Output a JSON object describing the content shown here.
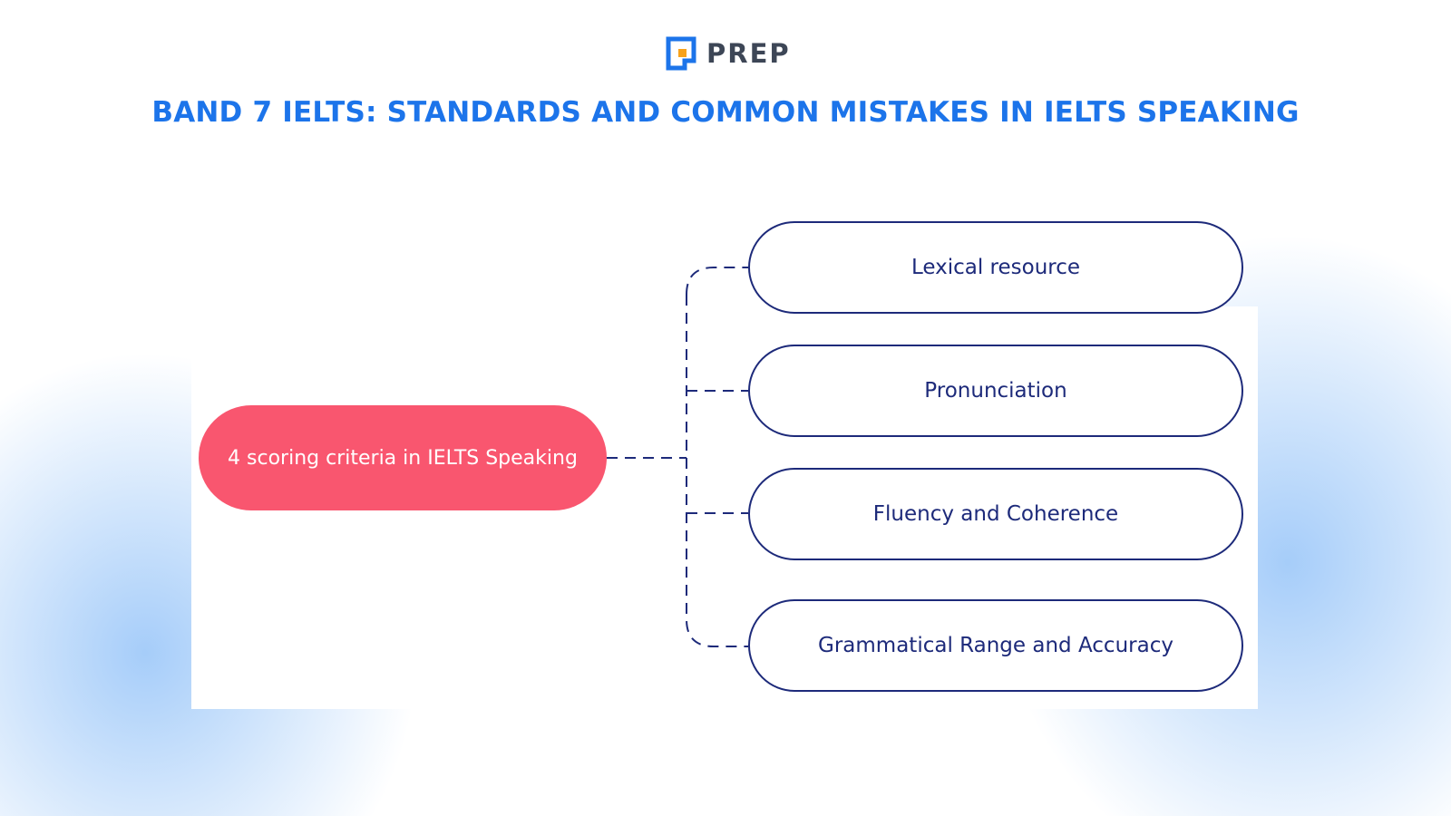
{
  "brand": {
    "name": "PREP",
    "logo_icon": "prep-logo-icon",
    "colors": {
      "blue": "#1c74ea",
      "orange": "#f7a21b",
      "text": "#3d4656"
    }
  },
  "headline": "BAND 7 IELTS: STANDARDS AND COMMON MISTAKES IN IELTS SPEAKING",
  "diagram": {
    "root": "4 scoring criteria in IELTS Speaking",
    "criteria": [
      "Lexical resource",
      "Pronunciation",
      "Fluency and Coherence",
      "Grammatical Range and Accuracy"
    ],
    "colors": {
      "root_fill": "#f9566f",
      "node_border": "#1d2a7a",
      "connector": "#1d2a7a",
      "headline": "#1c74ea"
    }
  }
}
